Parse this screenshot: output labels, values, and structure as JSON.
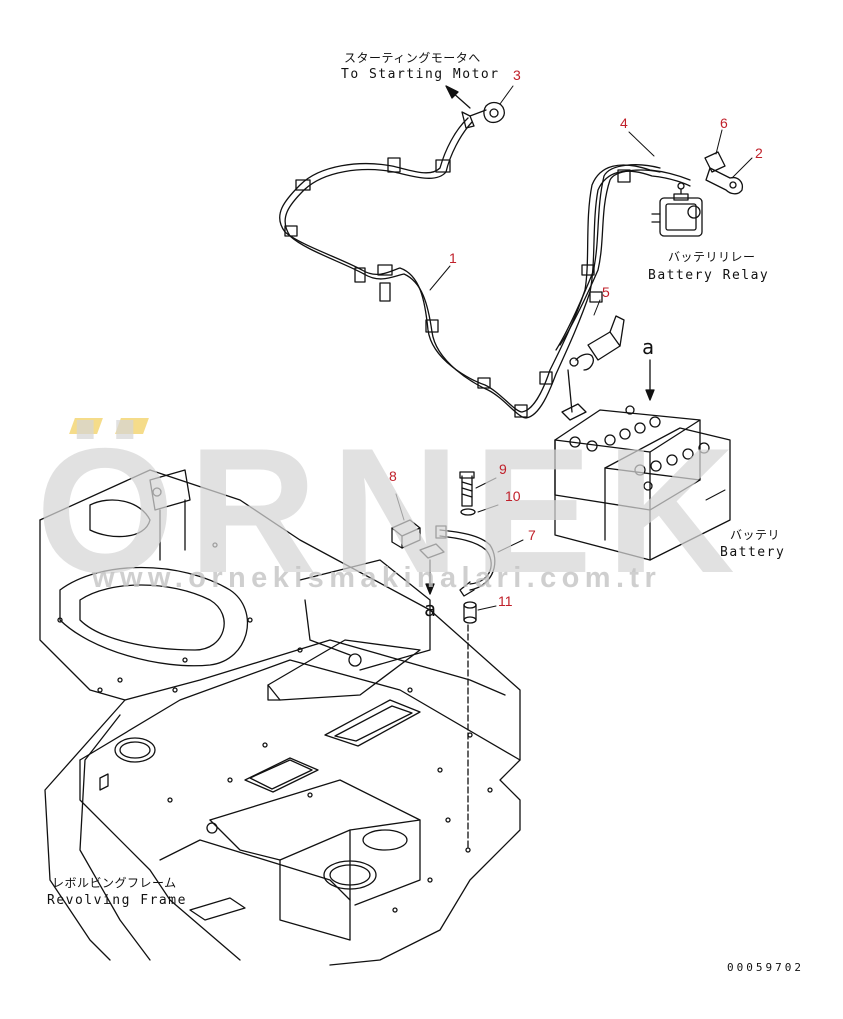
{
  "labels": {
    "starting_motor_jp": "スターティングモータへ",
    "starting_motor_en": "To Starting Motor",
    "battery_relay_jp": "バッテリリレー",
    "battery_relay_en": "Battery Relay",
    "battery_jp": "バッテリ",
    "battery_en": "Battery",
    "revolving_frame_jp": "レボルビングフレーム",
    "revolving_frame_en": "Revolving Frame"
  },
  "part_numbers": [
    "1",
    "2",
    "3",
    "4",
    "5",
    "6",
    "7",
    "8",
    "9",
    "10",
    "11"
  ],
  "connection_marks": {
    "mark_a_upper": "a",
    "mark_a_lower": "a"
  },
  "drawing_code": "00059702",
  "watermark": {
    "brand": "ÖRNEK",
    "site": "www.ornekismakinalari.com.tr"
  },
  "colors": {
    "line": "#111111",
    "part_number": "#c0202a",
    "watermark": "#d6d6d6",
    "watermark_accent": "#f5dc8a"
  }
}
